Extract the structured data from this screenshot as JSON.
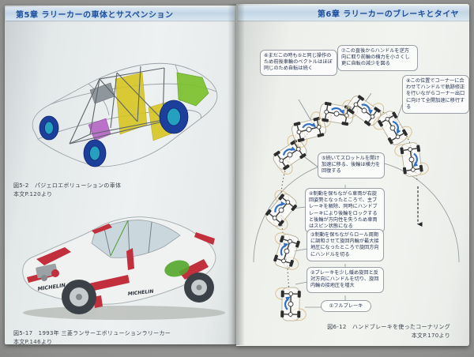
{
  "left_page": {
    "header": "第5章 ラリーカーの車体とサスペンション",
    "figure_top": {
      "caption_line1": "図5-2　パジェロエボリューションの車体",
      "caption_line2": "本文P.120より"
    },
    "figure_bottom": {
      "caption_line1": "図5-17　1993年 三菱ランサーエボリューションラリーカー",
      "caption_line2": "本文P.146より",
      "livery_text": "MICHELIN"
    }
  },
  "right_page": {
    "header": "第6章 ラリーカーのブレーキとタイヤ",
    "diagram": {
      "steps": [
        {
          "text": "①フルブレーキ"
        },
        {
          "text": "②ブレーキを少し緩め旋回と反対方向にハンドルを切り、旋回内輪の接地圧を増大"
        },
        {
          "text": "③制動を保ちながらロール周期に調和させて旋回内輪が最大接地圧になったところで旋回方向にハンドルを切る"
        },
        {
          "text": "④制動を保ちながら車両が右旋回姿勢となったところで、主ブレーキを解除、同時にハンドブレーキにより後輪をロックすると後輪が方向性を失うため車両はスピン状態になる"
        },
        {
          "text": "⑤続いてスロットルを開け加速に移る、後輪は横力を回復する"
        },
        {
          "text": "⑥まだこの時も⑤と同じ操作のため前後車輪のベクトルはほぼ同じのため自転は続く"
        },
        {
          "text": "⑦この直後からハンドルを逆方向に取り前輪の横力を小さくし更に自転の減少を図る"
        },
        {
          "text": "⑧この位置でコーナーに合わせてハンドルで軌跡修正を行いながらコーナー出口に向けて全開加速に移行する"
        }
      ]
    },
    "caption_line1": "図6-12　ハンドブレーキを使ったコーナリング",
    "caption_line2": "本文P.170より"
  },
  "colors": {
    "header_blue": "#1d4f9e",
    "banner_blue": "#c3d6e6",
    "wheel_blue": "#1b3f9b",
    "accent_red": "#c2303e",
    "tank_green": "#54a62c"
  }
}
